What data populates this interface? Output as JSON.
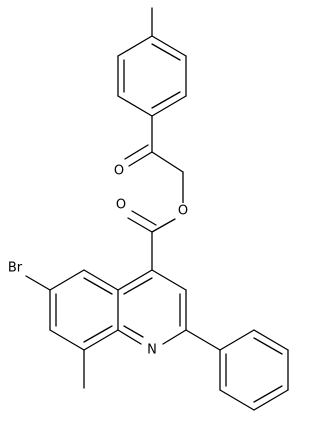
{
  "molecule": {
    "atom_labels": {
      "bromine": "Br",
      "ester_oxygen": "O",
      "carbonyl_oxygen_ester": "O",
      "carbonyl_oxygen_ketone": "O",
      "ring_nitrogen": "N"
    }
  }
}
